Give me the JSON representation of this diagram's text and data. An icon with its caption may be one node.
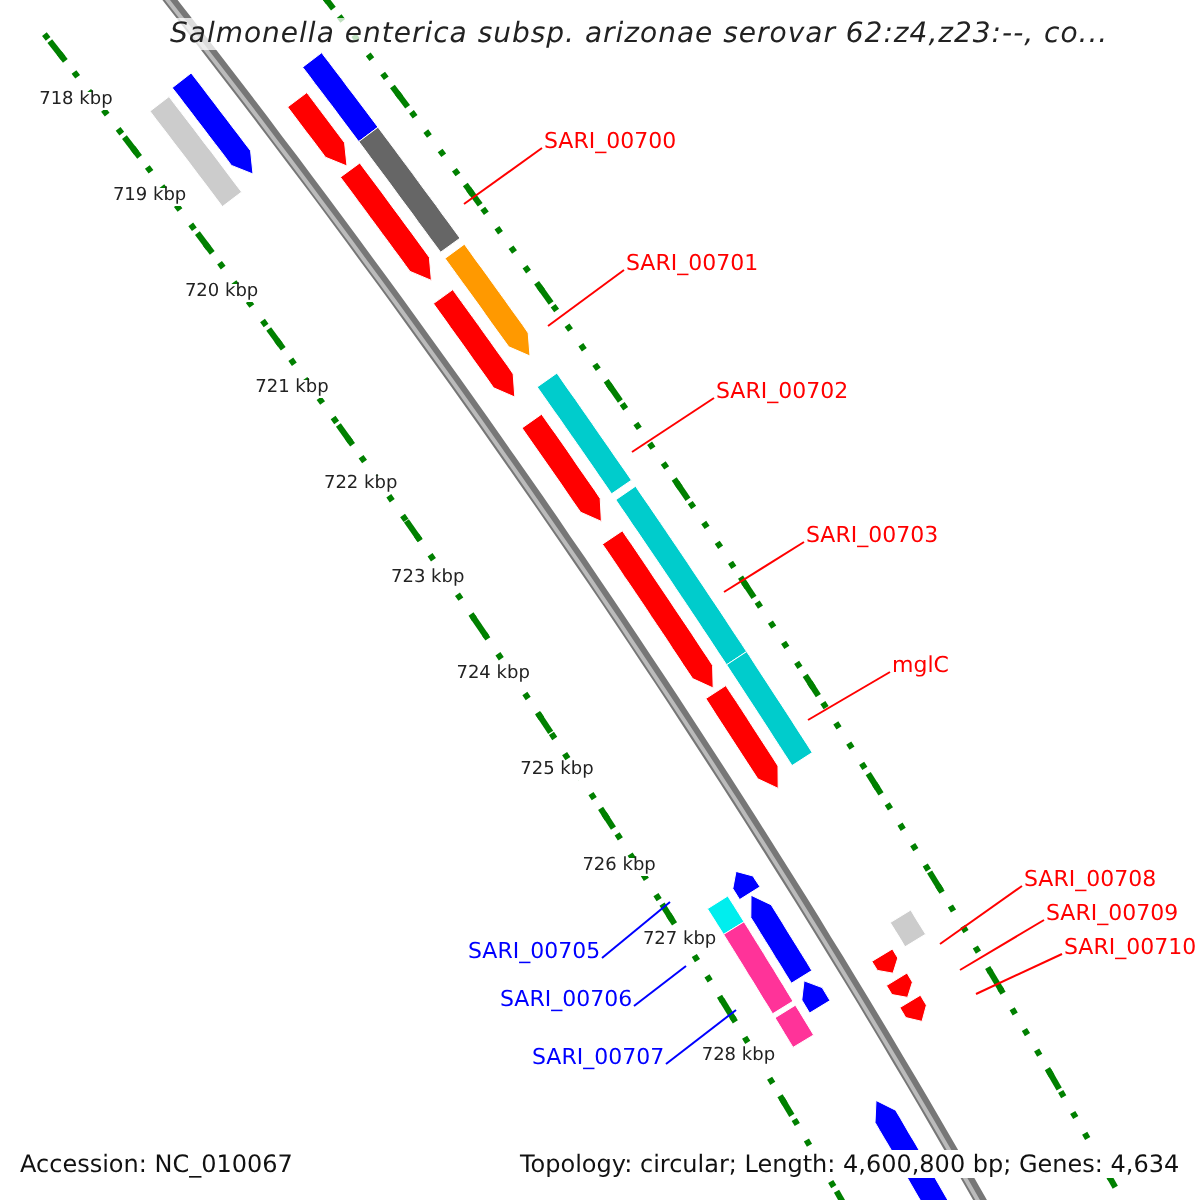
{
  "diagram": {
    "title": "Salmonella enterica subsp. arizonae serovar 62:z4,z23:--, co...",
    "nodes": [
      {
        "text": [
          "SARI_00700"
        ]
      },
      {
        "text": [
          "SARI_00701"
        ]
      },
      {
        "text": [
          "SARI_00702"
        ]
      },
      {
        "text": [
          "SARI_00703"
        ]
      },
      {
        "text": [
          "mglC"
        ]
      },
      {
        "text": [
          "SARI_00708"
        ]
      },
      {
        "text": [
          "SARI_00709"
        ]
      },
      {
        "text": [
          "SARI_00710"
        ]
      },
      {
        "text": [
          "SARI_00705"
        ]
      },
      {
        "text": [
          "SARI_00706"
        ]
      },
      {
        "text": [
          "SARI_00707"
        ]
      }
    ],
    "edges": [
      {
        "from": 0,
        "to": null,
        "arrow": "none"
      },
      {
        "from": 1,
        "to": null,
        "arrow": "none"
      },
      {
        "from": 2,
        "to": null,
        "arrow": "none"
      },
      {
        "from": 3,
        "to": null,
        "arrow": "none"
      },
      {
        "from": 4,
        "to": null,
        "arrow": "none"
      },
      {
        "from": 5,
        "to": null,
        "arrow": "none"
      },
      {
        "from": 6,
        "to": null,
        "arrow": "none"
      },
      {
        "from": 7,
        "to": null,
        "arrow": "none"
      },
      {
        "from": 8,
        "to": null,
        "arrow": "none",
        "color": "#0000ff"
      },
      {
        "from": 9,
        "to": null,
        "arrow": "none",
        "color": "#0000ff"
      },
      {
        "from": 10,
        "to": null,
        "arrow": "none",
        "color": "#0000ff"
      }
    ],
    "labels": [
      "718 kbp",
      "719 kbp",
      "720 kbp",
      "721 kbp",
      "722 kbp",
      "723 kbp",
      "724 kbp",
      "725 kbp",
      "726 kbp",
      "727 kbp",
      "728 kbp",
      "Accession: NC_010067",
      "Topology: circular; Length: 4,600,800 bp; Genes: 4,634"
    ]
  }
}
